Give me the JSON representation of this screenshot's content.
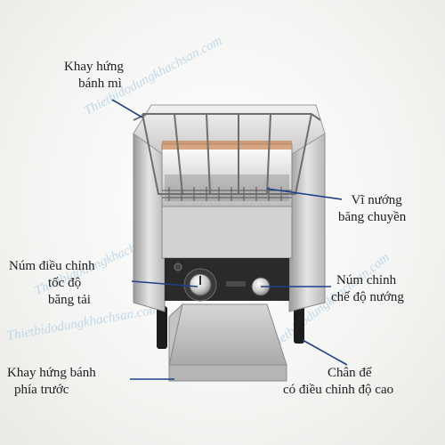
{
  "watermark": "Thietbidodungkhachsan.com",
  "labels": {
    "bread_tray": [
      "Khay hứng",
      "bánh mì"
    ],
    "conveyor_rack": [
      "Vĩ nướng",
      "băng chuyền"
    ],
    "speed_knob": [
      "Núm điều chỉnh",
      "tốc độ",
      "băng tải"
    ],
    "mode_knob": [
      "Núm chỉnh",
      "chế độ nướng"
    ],
    "front_tray": [
      "Khay hứng bánh",
      "phía trước"
    ],
    "feet": [
      "Chân đế",
      "có điều chỉnh độ cao"
    ]
  },
  "colors": {
    "leader_line": "#1f3f8a",
    "steel_light": "#dcdcdc",
    "steel_dark": "#8e8e8e",
    "control_panel": "#2a2a2a",
    "watermark": "#b9d3e6"
  }
}
